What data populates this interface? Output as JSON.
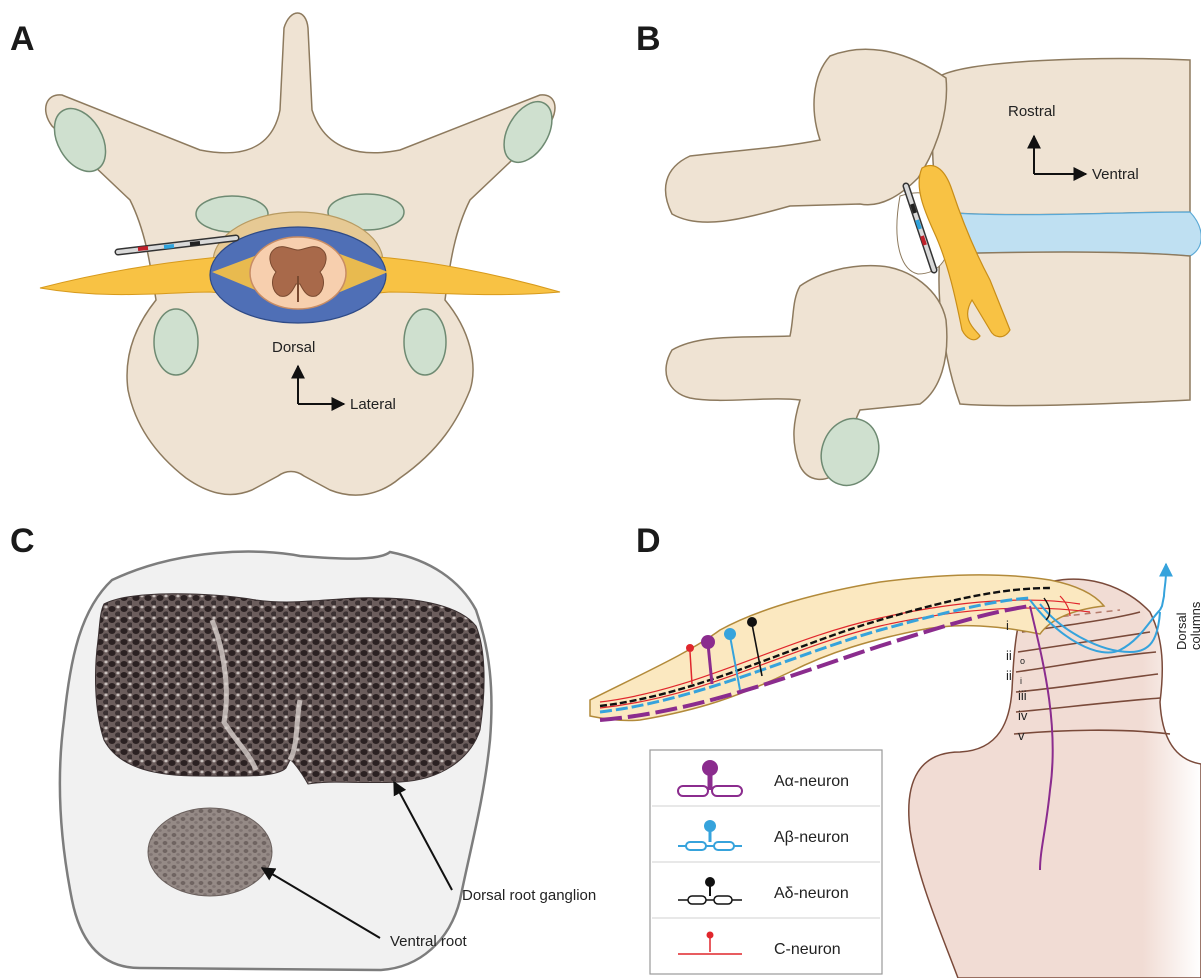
{
  "panels": {
    "a": {
      "label": "A",
      "axis_up": "Dorsal",
      "axis_right": "Lateral"
    },
    "b": {
      "label": "B",
      "axis_up": "Rostral",
      "axis_right": "Ventral"
    },
    "c": {
      "label": "C",
      "dorsal_root_ganglion": "Dorsal root ganglion",
      "ventral_root": "Ventral root"
    },
    "d": {
      "label": "D",
      "dorsal_columns_line1": "Dorsal",
      "dorsal_columns_line2": "columns",
      "laminae": [
        "i",
        "ii",
        "o",
        "ii",
        "i",
        "iii",
        "iv",
        "v"
      ],
      "legend": [
        {
          "label": "Aα-neuron",
          "color": "#8b2c8e"
        },
        {
          "label": "Aβ-neuron",
          "color": "#36a3dc"
        },
        {
          "label": "Aδ-neuron",
          "color": "#111111"
        },
        {
          "label": "C-neuron",
          "color": "#e0262c"
        }
      ]
    }
  },
  "colors": {
    "bone": "#efe3d3",
    "bone_outline": "#8d7a5e",
    "cartilage": "#cfe0cf",
    "nerve": "#f8c244",
    "dura": "#4f6fb6",
    "cord": "#f7cfae",
    "grey_matter": "#a8694a",
    "disc": "#bfe0f2",
    "tissue_bg": "#f1f1f1",
    "ganglion_dark": "#3a3031",
    "ventral_root_tissue": "#8f8480",
    "ganglion_fill": "#fbe8c0",
    "dorsal_horn": "#f1dcd4",
    "dorsal_horn_outline": "#7a4a3a"
  }
}
